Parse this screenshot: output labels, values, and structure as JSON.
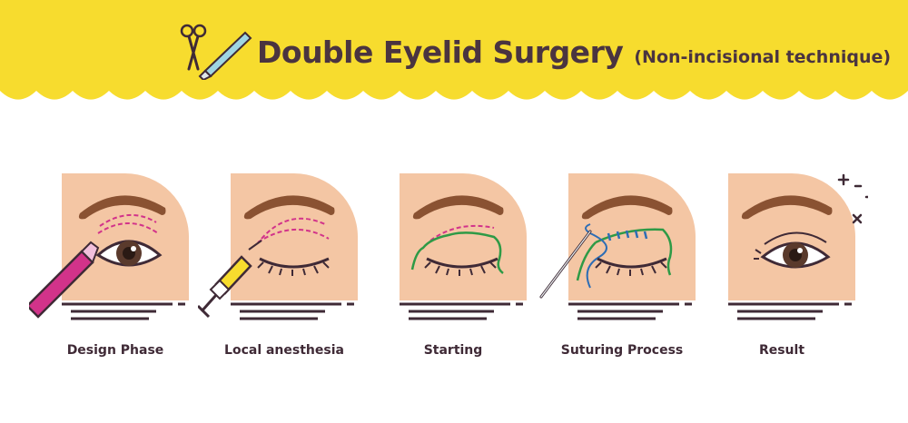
{
  "header": {
    "title": "Double Eyelid Surgery",
    "subtitle": "(Non-incisional technique)",
    "icon": "scissors-and-scalpel-icon"
  },
  "steps": [
    {
      "label": "Design Phase",
      "icon": "marker-pen-icon"
    },
    {
      "label": "Local anesthesia",
      "icon": "syringe-icon"
    },
    {
      "label": "Starting",
      "icon": "suture-thread-icon"
    },
    {
      "label": "Suturing Process",
      "icon": "needle-icon"
    },
    {
      "label": "Result",
      "icon": "sparkle-icon"
    }
  ],
  "colors": {
    "banner": "#f7dc2e",
    "skin": "#f4c6a4",
    "skin_shadow": "#e8b38e",
    "brow": "#8a5232",
    "outline": "#3f2a36",
    "marker": "#d2338a",
    "thread": "#2e9a46",
    "suture": "#2d6db5"
  }
}
